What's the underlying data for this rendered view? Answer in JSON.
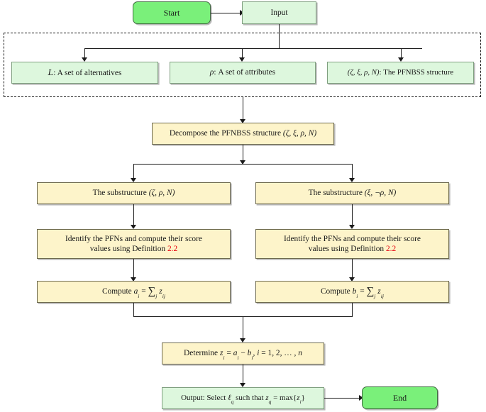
{
  "diagram": {
    "title": "PFNBSS decision algorithm flowchart",
    "colors": {
      "terminal_fill": "#7af07a",
      "terminal_border": "#3f6b3f",
      "io_fill": "#ddf7dd",
      "io_border": "#7f9f7f",
      "process_fill": "#fdf4ca",
      "process_border": "#6e6a4e",
      "edge": "#1a1a1a",
      "reference_link": "#e8000d",
      "group_frame": "#1a1a1a"
    }
  },
  "nodes": {
    "start": {
      "label": "Start",
      "type": "terminal"
    },
    "input": {
      "label": "Input",
      "type": "io"
    },
    "alternatives": {
      "prefix": "L",
      "text": ": A set of alternatives",
      "type": "io"
    },
    "attributes": {
      "prefix": "ρ",
      "text": ": A set of attributes",
      "type": "io"
    },
    "pfnbss": {
      "tuple": "(ζ, ξ, ρ, N)",
      "text": ": The PFNBSS structure",
      "type": "io"
    },
    "decompose": {
      "text": "Decompose the PFNBSS structure ",
      "tuple": "(ζ, ξ, ρ, N)",
      "type": "process"
    },
    "substructure_left": {
      "text": "The substructure ",
      "tuple": "(ζ, ρ, N)",
      "type": "process"
    },
    "substructure_right": {
      "text": "The substructure ",
      "tuple": "(ξ, ¬ρ, N)",
      "type": "process"
    },
    "identify_left": {
      "line1": "Identify the PFNs and compute their score",
      "line2_pre": "values using Definition ",
      "line2_ref": "2.2",
      "type": "process"
    },
    "identify_right": {
      "line1": "Identify the PFNs and compute their score",
      "line2_pre": "values using Definition ",
      "line2_ref": "2.2",
      "type": "process"
    },
    "compute_a": {
      "pre": "Compute ",
      "var": "a",
      "var_sub": "i",
      "eq": " = ",
      "sum": "∑",
      "sum_sub": "j",
      "term": "z",
      "term_sub": "ij",
      "type": "process"
    },
    "compute_b": {
      "pre": "Compute ",
      "var": "b",
      "var_sub": "i",
      "eq": " = ",
      "sum": "∑",
      "sum_sub": "j",
      "term": "z",
      "term_sub": "ij",
      "type": "process"
    },
    "determine_z": {
      "pre": "Determine ",
      "z": "z",
      "z_sub": "i",
      "eq": " = ",
      "a": "a",
      "a_sub": "i",
      "minus": " − ",
      "b": "b",
      "b_sub": "i",
      "tail": ", ",
      "i": "i",
      "range": " = 1, 2, … , ",
      "n": "n",
      "type": "process"
    },
    "output": {
      "pre": "Output: Select ",
      "ell": "ℓ",
      "ell_sub": "q",
      "mid": " such that ",
      "zq": "z",
      "zq_sub": "q",
      "eq": " = ",
      "max": "max",
      "brace_open": "{",
      "zi": "z",
      "zi_sub": "i",
      "brace_close": "}",
      "type": "io"
    },
    "end": {
      "label": "End",
      "type": "terminal"
    }
  }
}
